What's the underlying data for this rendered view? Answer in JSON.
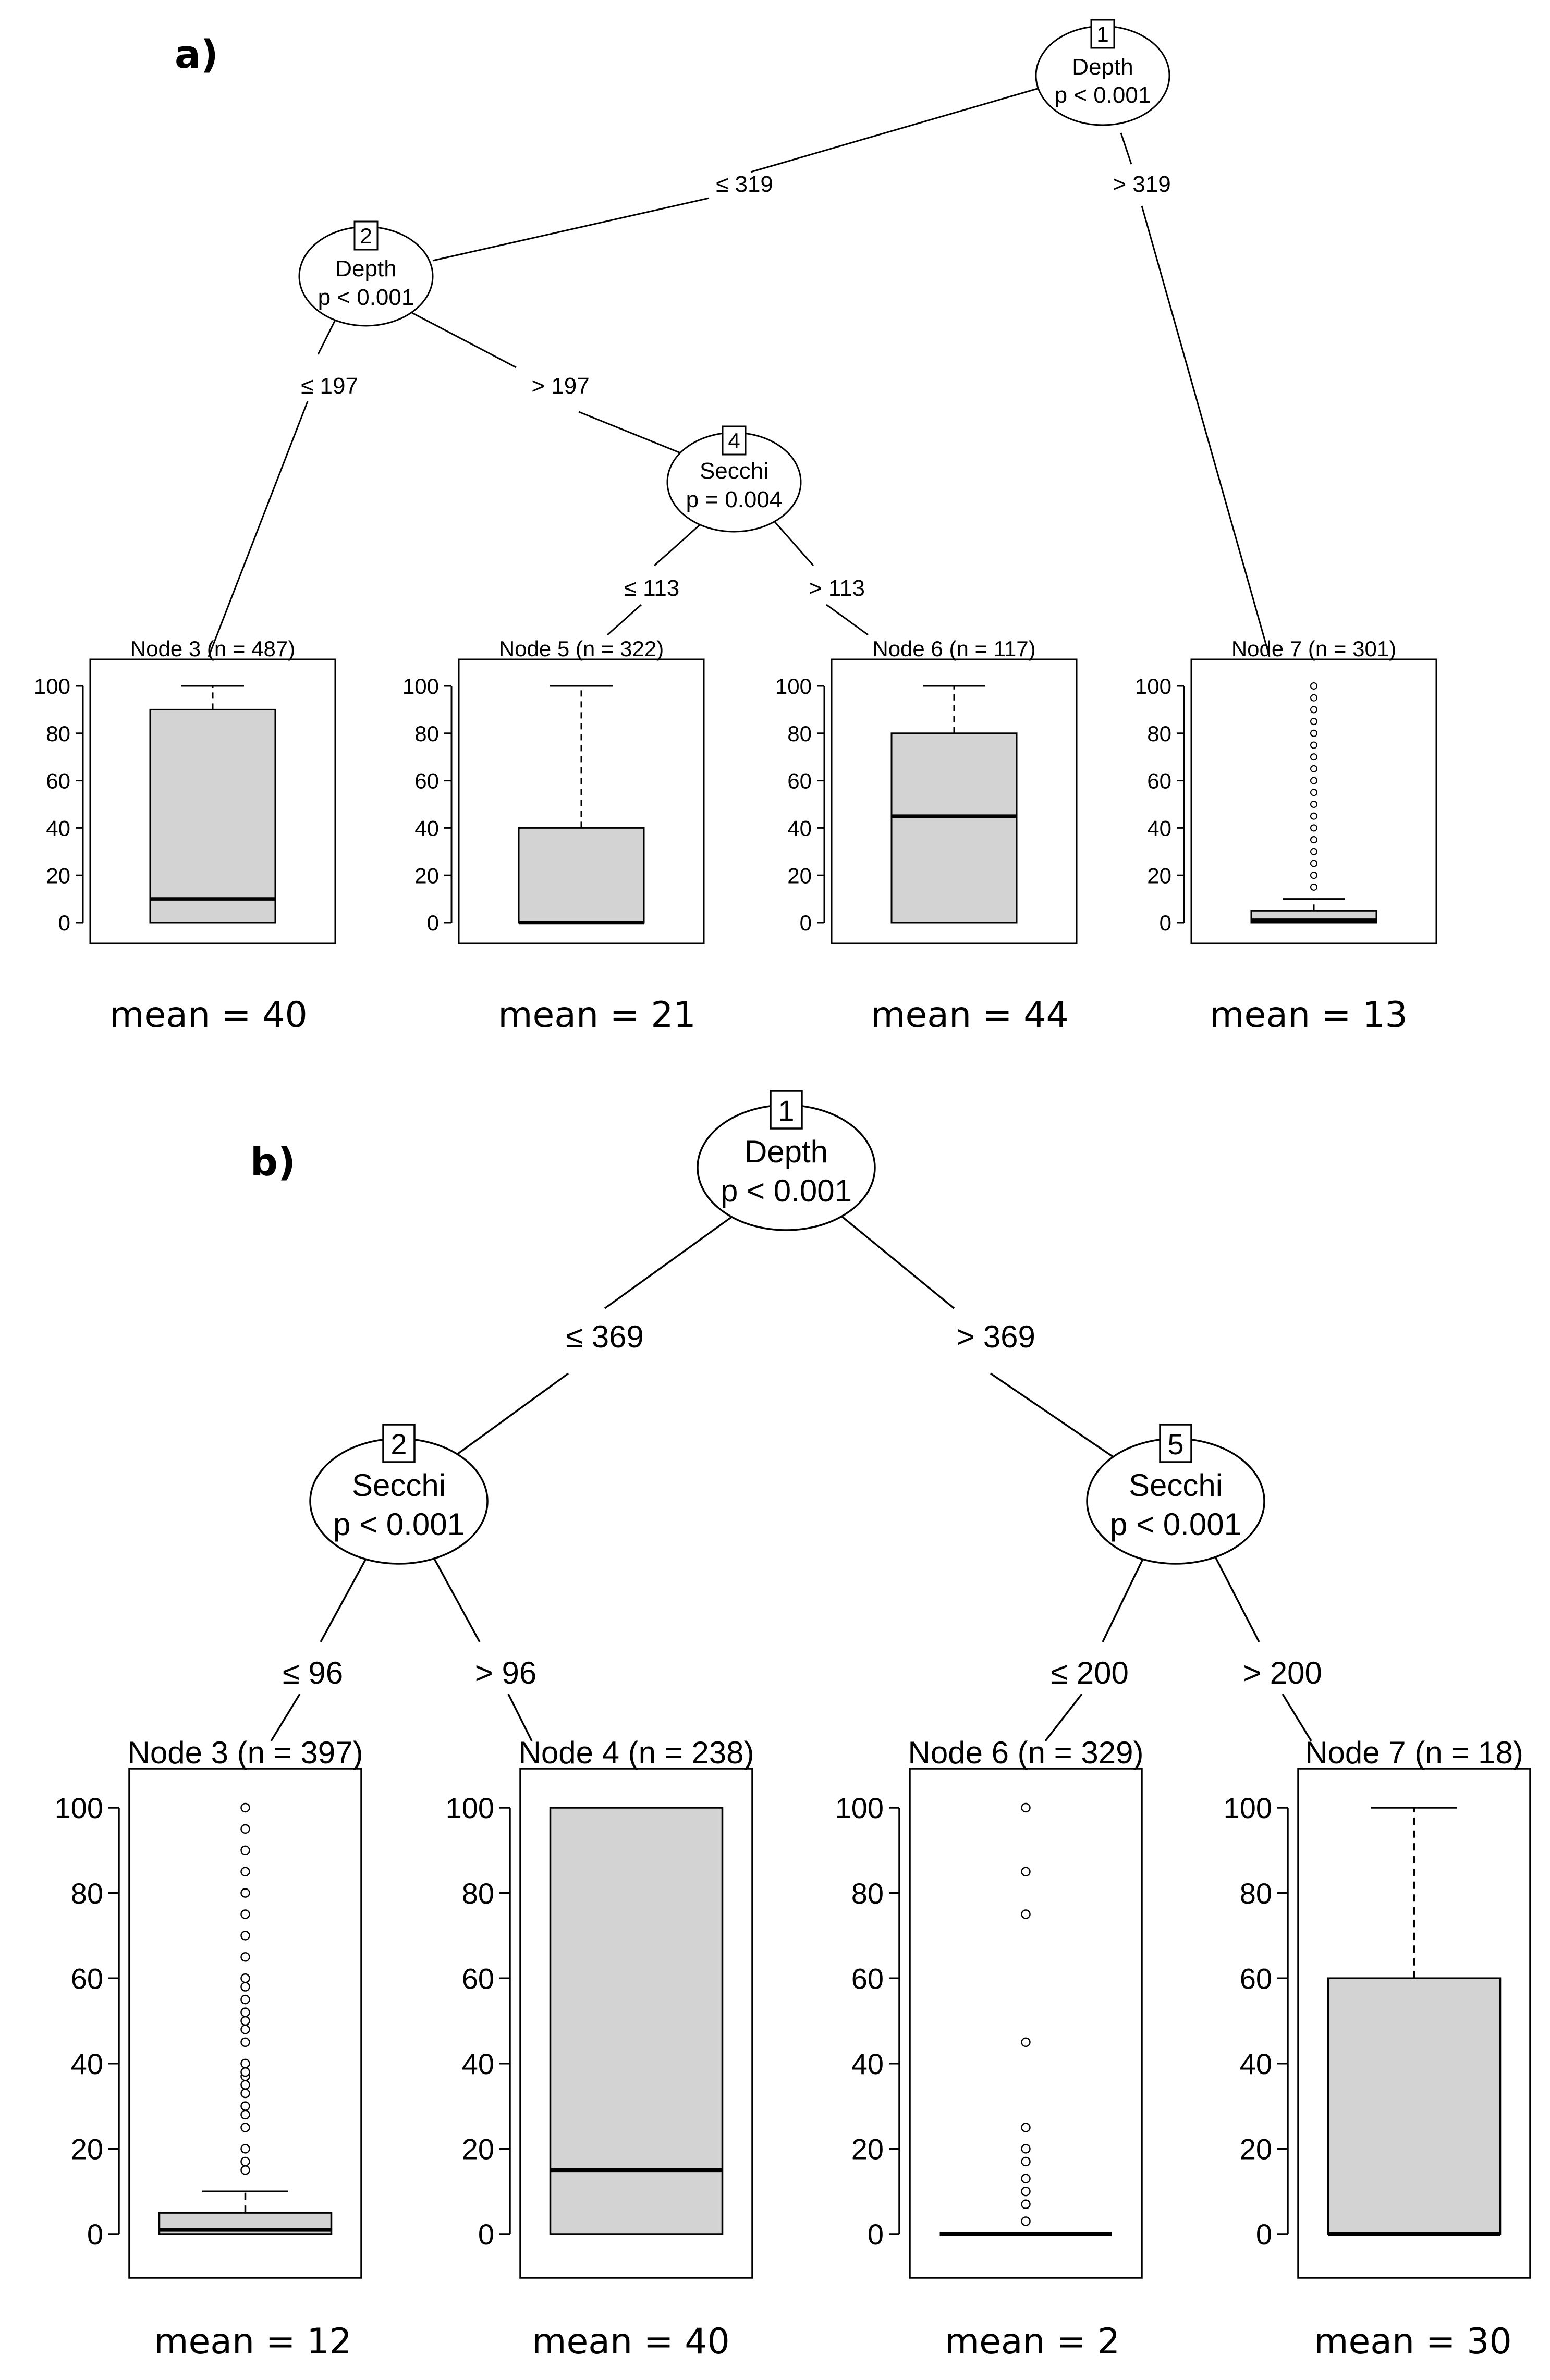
{
  "panels": [
    {
      "label": "a)",
      "inner_nodes": [
        {
          "id": "1",
          "variable": "Depth",
          "p": "p < 0.001"
        },
        {
          "id": "2",
          "variable": "Depth",
          "p": "p < 0.001"
        },
        {
          "id": "4",
          "variable": "Secchi",
          "p": "p = 0.004"
        }
      ],
      "edges": [
        "≤ 319",
        "> 319",
        "≤ 197",
        "> 197",
        "≤ 113",
        "> 113"
      ],
      "terminals": [
        {
          "title": "Node 3 (n = 487)",
          "mean": "mean = 40",
          "box": {
            "q1": 0,
            "median": 10,
            "q3": 90,
            "whisker_low": 0,
            "whisker_high": 100,
            "outliers": []
          }
        },
        {
          "title": "Node 5 (n = 322)",
          "mean": "mean = 21",
          "box": {
            "q1": 0,
            "median": 0,
            "q3": 40,
            "whisker_low": 0,
            "whisker_high": 100,
            "outliers": []
          }
        },
        {
          "title": "Node 6 (n = 117)",
          "mean": "mean = 44",
          "box": {
            "q1": 0,
            "median": 45,
            "q3": 80,
            "whisker_low": 0,
            "whisker_high": 100,
            "outliers": []
          }
        },
        {
          "title": "Node 7 (n = 301)",
          "mean": "mean = 13",
          "box": {
            "q1": 0,
            "median": 1,
            "q3": 5,
            "whisker_low": 0,
            "whisker_high": 10,
            "outliers": [
              15,
              20,
              25,
              30,
              35,
              40,
              45,
              50,
              55,
              60,
              65,
              70,
              75,
              80,
              85,
              90,
              95,
              100
            ]
          }
        }
      ],
      "y_ticks": [
        "0",
        "20",
        "40",
        "60",
        "80",
        "100"
      ]
    },
    {
      "label": "b)",
      "inner_nodes": [
        {
          "id": "1",
          "variable": "Depth",
          "p": "p < 0.001"
        },
        {
          "id": "2",
          "variable": "Secchi",
          "p": "p < 0.001"
        },
        {
          "id": "5",
          "variable": "Secchi",
          "p": "p < 0.001"
        }
      ],
      "edges": [
        "≤ 369",
        "> 369",
        "≤ 96",
        "> 96",
        "≤ 200",
        "> 200"
      ],
      "terminals": [
        {
          "title": "Node 3 (n = 397)",
          "mean": "mean = 12",
          "box": {
            "q1": 0,
            "median": 1,
            "q3": 5,
            "whisker_low": 0,
            "whisker_high": 10,
            "outliers": [
              15,
              17,
              20,
              25,
              28,
              30,
              33,
              35,
              37,
              38,
              40,
              45,
              48,
              50,
              52,
              55,
              58,
              60,
              65,
              70,
              75,
              80,
              85,
              90,
              95,
              100
            ]
          }
        },
        {
          "title": "Node 4 (n = 238)",
          "mean": "mean = 40",
          "box": {
            "q1": 0,
            "median": 15,
            "q3": 100,
            "whisker_low": 0,
            "whisker_high": 100,
            "outliers": []
          }
        },
        {
          "title": "Node 6 (n = 329)",
          "mean": "mean = 2",
          "box": {
            "q1": 0,
            "median": 0,
            "q3": 0,
            "whisker_low": 0,
            "whisker_high": 0,
            "outliers": [
              3,
              7,
              10,
              13,
              17,
              20,
              25,
              45,
              75,
              85,
              100
            ]
          }
        },
        {
          "title": "Node 7 (n = 18)",
          "mean": "mean = 30",
          "box": {
            "q1": 0,
            "median": 0,
            "q3": 60,
            "whisker_low": 0,
            "whisker_high": 100,
            "outliers": []
          }
        }
      ],
      "y_ticks": [
        "0",
        "20",
        "40",
        "60",
        "80",
        "100"
      ]
    }
  ]
}
